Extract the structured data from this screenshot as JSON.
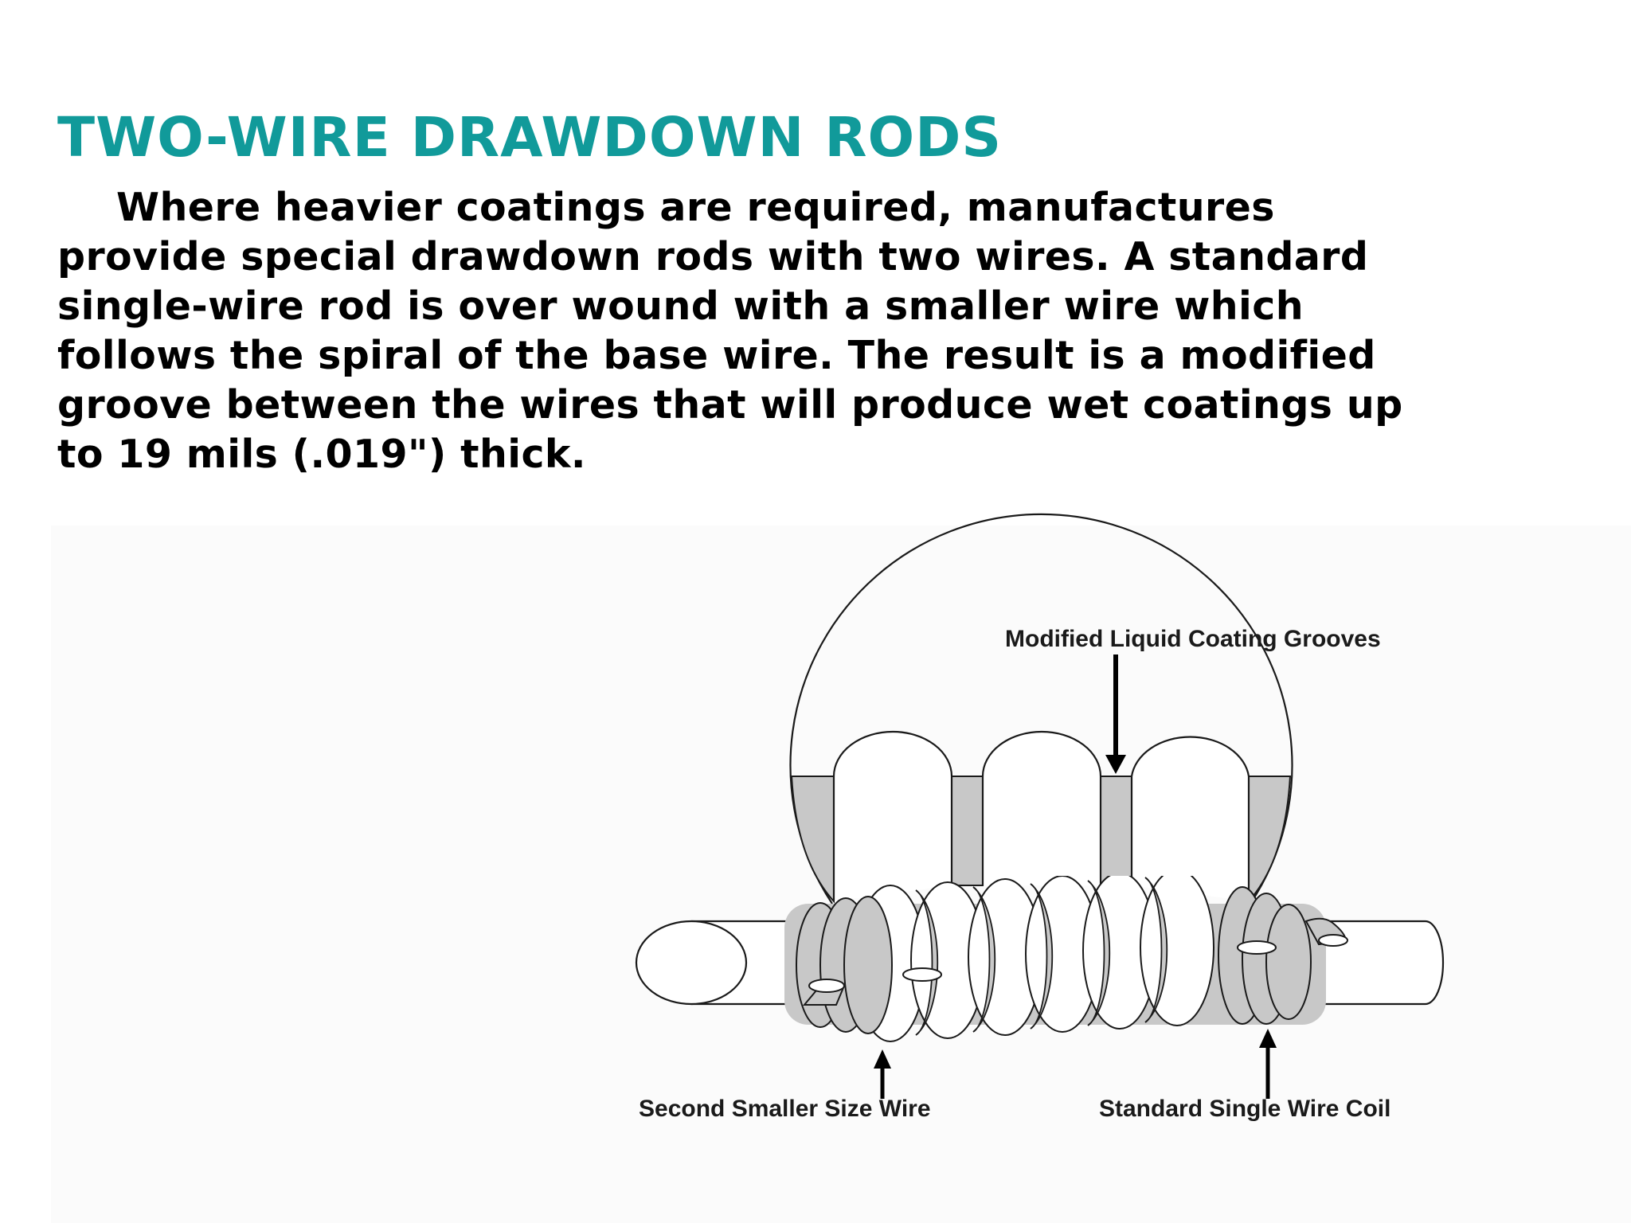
{
  "slide": {
    "title": "TWO-WIRE DRAWDOWN RODS",
    "paragraph": "Where heavier coatings are required, manufactures provide special drawdown rods with two wires. A standard single-wire rod is over wound with a smaller wire which follows the spiral of the base wire. The result is a modified groove between the wires that will produce wet coatings up to 19 mils (.019\") thick."
  },
  "diagram": {
    "labels": {
      "grooves": "Modified Liquid Coating Grooves",
      "second_wire": "Second Smaller Size Wire",
      "standard_coil": "Standard Single Wire Coil"
    },
    "colors": {
      "title": "#119a9a",
      "groove_fill": "#c8c8c8",
      "wire_fill": "#ffffff",
      "outline": "#1a1a1a"
    }
  }
}
